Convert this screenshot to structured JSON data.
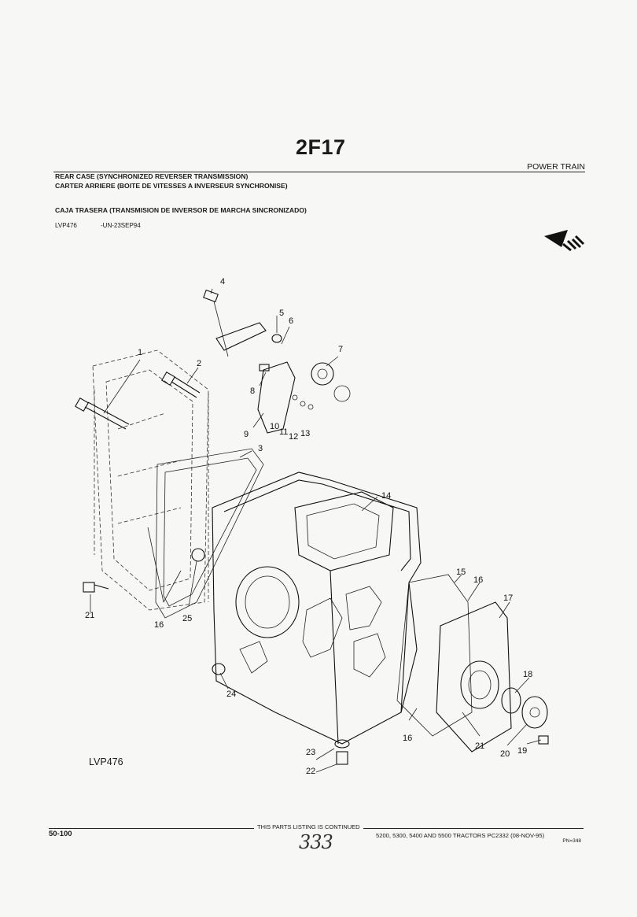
{
  "header": {
    "ref_code": "2F17",
    "section": "POWER TRAIN",
    "title_en": "REAR CASE (SYNCHRONIZED REVERSER TRANSMISSION)",
    "title_fr": "CARTER ARRIERE (BOITE DE VITESSES A INVERSEUR SYNCHRONISE)",
    "title_es": "CAJA TRASERA (TRANSMISION DE INVERSOR DE MARCHA SINCRONIZADO)",
    "illustration_code": "LVP476",
    "date_code": "-UN-23SEP94"
  },
  "diagram": {
    "illustration_label": "LVP476",
    "callouts": [
      "1",
      "2",
      "3",
      "4",
      "5",
      "6",
      "7",
      "8",
      "9",
      "10",
      "11",
      "12",
      "13",
      "14",
      "15",
      "16",
      "17",
      "18",
      "19",
      "20",
      "21",
      "22",
      "23",
      "24",
      "25"
    ]
  },
  "footer": {
    "page_number": "50-100",
    "continued_note": "THIS PARTS LISTING IS CONTINUED",
    "models": "5200, 5300, 5400 AND 5500 TRACTORS   PC2332   (08-NOV-95)",
    "pn": "PN=348",
    "handwritten_number": "333"
  }
}
